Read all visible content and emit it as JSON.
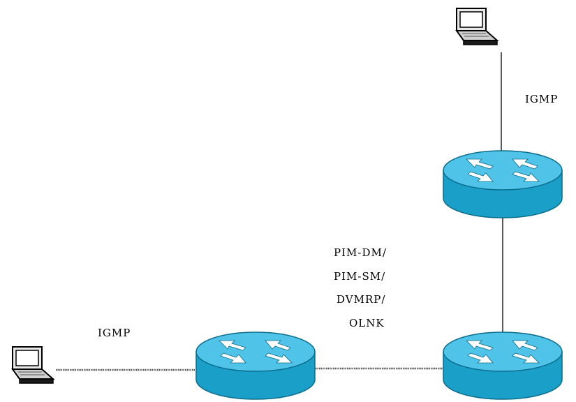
{
  "labels": {
    "igmp_top": "IGMP",
    "igmp_left": "IGMP",
    "protocols": [
      "PIM-DM/",
      "PIM-SM/",
      "DVMRP/",
      "OLNK"
    ]
  },
  "colors": {
    "router_top": "#4FC3E8",
    "router_side": "#1AA0C8",
    "router_outline": "#0B6C8C",
    "arrow": "#ffffff",
    "laptop_body": "#e8e8e8",
    "laptop_screen": "#ffffff",
    "link": "#000000"
  },
  "nodes": {
    "laptop_top": {
      "icon": "laptop-icon"
    },
    "laptop_left": {
      "icon": "laptop-icon"
    },
    "router_upper": {
      "icon": "router-icon"
    },
    "router_bottom_right": {
      "icon": "router-icon"
    },
    "router_bottom_middle": {
      "icon": "router-icon"
    }
  }
}
